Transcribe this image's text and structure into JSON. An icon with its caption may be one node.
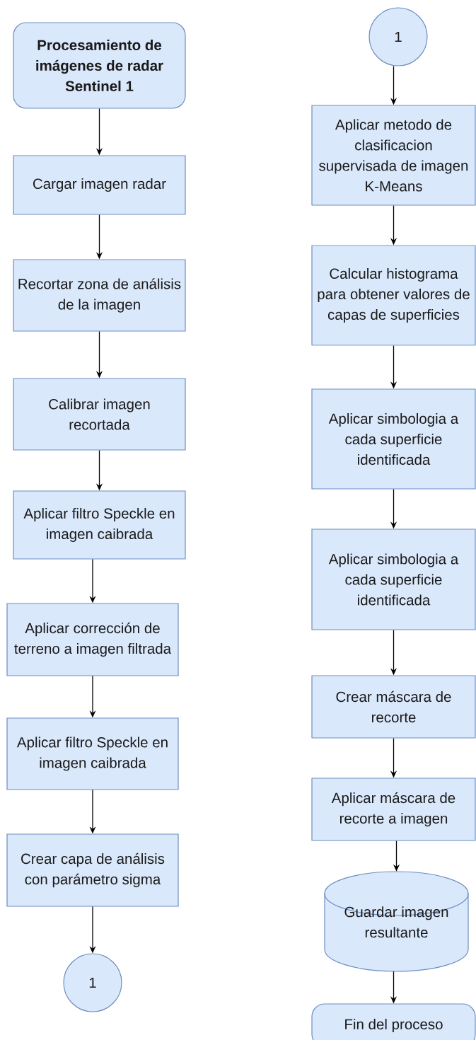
{
  "diagram": {
    "nodes": [
      {
        "text": [
          "Procesamiento de imágenes de radar Sentinel 1"
        ]
      },
      {
        "text": [
          "Cargar imagen radar"
        ]
      },
      {
        "text": [
          "Recortar zona de análisis de la imagen"
        ]
      },
      {
        "text": [
          "Calibrar imagen recortada"
        ]
      },
      {
        "text": [
          "Aplicar filtro Speckle en imagen caibrada"
        ]
      },
      {
        "text": [
          "Aplicar corrección de terreno a imagen filtrada"
        ]
      },
      {
        "text": [
          "Aplicar filtro Speckle en imagen caibrada"
        ]
      },
      {
        "text": [
          "Crear capa de análisis con parámetro sigma"
        ]
      },
      {
        "text": [
          "1"
        ]
      },
      {
        "text": [
          "1"
        ]
      },
      {
        "text": [
          "Aplicar metodo de clasificacion supervisada de imagen K-Means"
        ]
      },
      {
        "text": [
          "Calcular histograma para obtener valores de capas de superficies"
        ]
      },
      {
        "text": [
          "Aplicar simbologia a cada superficie identificada"
        ]
      },
      {
        "text": [
          "Aplicar simbologia a cada superficie identificada"
        ]
      },
      {
        "text": [
          "Crear máscara de recorte"
        ]
      },
      {
        "text": [
          "Aplicar máscara de recorte a imagen"
        ]
      },
      {
        "text": [
          "Guardar imagen resultante"
        ]
      },
      {
        "text": [
          "Fin del proceso"
        ]
      }
    ],
    "edges": [
      {
        "from": 0,
        "to": 1,
        "arrow": "to"
      },
      {
        "from": 1,
        "to": 2,
        "arrow": "to"
      },
      {
        "from": 2,
        "to": 3,
        "arrow": "to"
      },
      {
        "from": 3,
        "to": 4,
        "arrow": "to"
      },
      {
        "from": 4,
        "to": 5,
        "arrow": "to"
      },
      {
        "from": 5,
        "to": 6,
        "arrow": "to"
      },
      {
        "from": 6,
        "to": 7,
        "arrow": "to"
      },
      {
        "from": 7,
        "to": 8,
        "arrow": "to"
      },
      {
        "from": 9,
        "to": 10,
        "arrow": "to"
      },
      {
        "from": 10,
        "to": 11,
        "arrow": "to"
      },
      {
        "from": 11,
        "to": 12,
        "arrow": "to"
      },
      {
        "from": 12,
        "to": 13,
        "arrow": "to"
      },
      {
        "from": 13,
        "to": 14,
        "arrow": "to"
      },
      {
        "from": 14,
        "to": 15,
        "arrow": "to"
      },
      {
        "from": 15,
        "to": 16,
        "arrow": "to"
      },
      {
        "from": 16,
        "to": 17,
        "arrow": "to"
      }
    ]
  }
}
